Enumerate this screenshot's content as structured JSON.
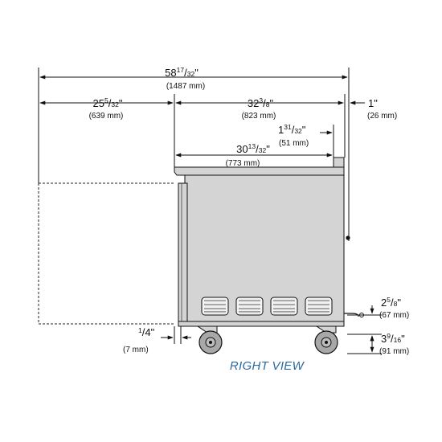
{
  "view_label": "RIGHT VIEW",
  "dimensions": {
    "overall_width": {
      "whole": "58",
      "num": "17",
      "den": "32",
      "unit": "\"",
      "mm": "(1487 mm)"
    },
    "door_swing": {
      "whole": "25",
      "num": "5",
      "den": "32",
      "unit": "\"",
      "mm": "(639 mm)"
    },
    "depth": {
      "whole": "32",
      "num": "3",
      "den": "8",
      "unit": "\"",
      "mm": "(823 mm)"
    },
    "handle": {
      "text": "1\"",
      "mm": "(26 mm)"
    },
    "backsplash": {
      "whole": "1",
      "num": "31",
      "den": "32",
      "unit": "\"",
      "mm": "(51 mm)"
    },
    "cabinet_depth": {
      "whole": "30",
      "num": "13",
      "den": "32",
      "unit": "\"",
      "mm": "(773 mm)"
    },
    "door_gap": {
      "num": "1",
      "den": "4",
      "unit": "\"",
      "mm": "(7 mm)"
    },
    "caster_offset": {
      "whole": "2",
      "num": "5",
      "den": "8",
      "unit": "\"",
      "mm": "(67 mm)"
    },
    "caster_height": {
      "whole": "3",
      "num": "9",
      "den": "16",
      "unit": "\"",
      "mm": "(91  mm)"
    }
  },
  "colors": {
    "cabinet_fill": "#d4d4d4",
    "wheel_fill": "#a8a8a8",
    "label_blue": "#2a6a9e"
  }
}
